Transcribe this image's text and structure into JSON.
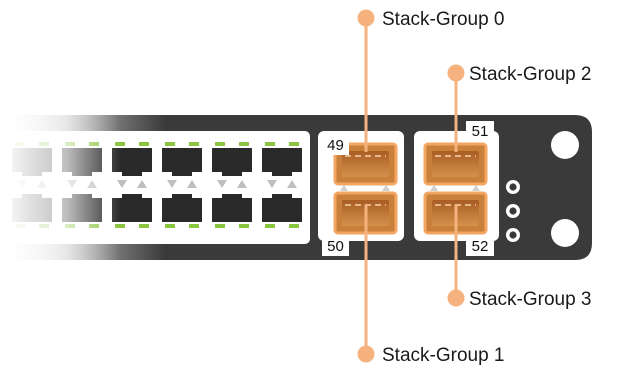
{
  "colors": {
    "accent": "#f6b27e",
    "sfp_fill": "#c9803a",
    "sfp_border": "#f3a562",
    "chassis": "#3a3a3a",
    "port_led": "#8bc53f"
  },
  "sfp_ports": [
    {
      "number": "49",
      "group": "Stack-Group 0"
    },
    {
      "number": "50",
      "group": "Stack-Group 1"
    },
    {
      "number": "51",
      "group": "Stack-Group 2"
    },
    {
      "number": "52",
      "group": "Stack-Group 3"
    }
  ],
  "icons": [
    "ethernet-port-icon",
    "sfp-port-icon",
    "mounting-hole-icon",
    "status-led-icon"
  ]
}
